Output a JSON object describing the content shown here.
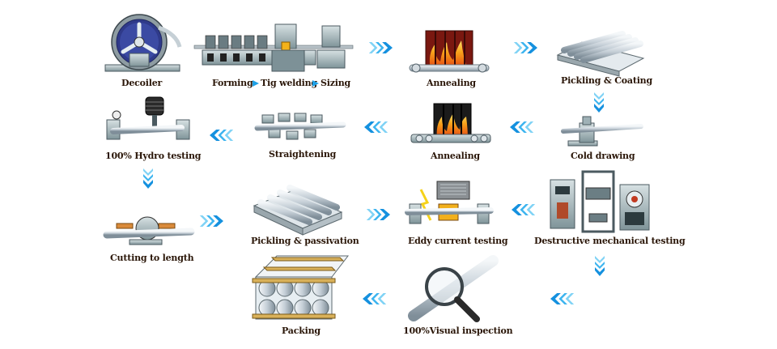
{
  "steps": {
    "decoiler": "Decoiler",
    "forming": "Forming",
    "tig_welding": "Tig welding",
    "sizing": "Sizing",
    "annealing_1": "Annealing",
    "pickling_coating": "Pickling & Coating",
    "cold_drawing": "Cold drawing",
    "annealing_2": "Annealing",
    "straightening": "Straightening",
    "hydro_testing": "100% Hydro testing",
    "cutting_to_length": "Cutting to length",
    "pickling_passivation": "Pickling & passivation",
    "eddy_current_testing": "Eddy current testing",
    "destructive_testing": "Destructive mechanical testing",
    "visual_inspection": "100%Visual inspection",
    "packing": "Packing"
  },
  "colors": {
    "arrow": "#1ea0e6",
    "steel": "#c9d2d8",
    "machine": "#8fa4a8",
    "fire": "#f39a1e",
    "furnace": "#8a1c12",
    "wood": "#d9b15a",
    "label": "#2a1608"
  },
  "icons": {
    "flow_arrow": "double-chevron-arrow",
    "magnifier": "magnifying-glass-icon"
  }
}
